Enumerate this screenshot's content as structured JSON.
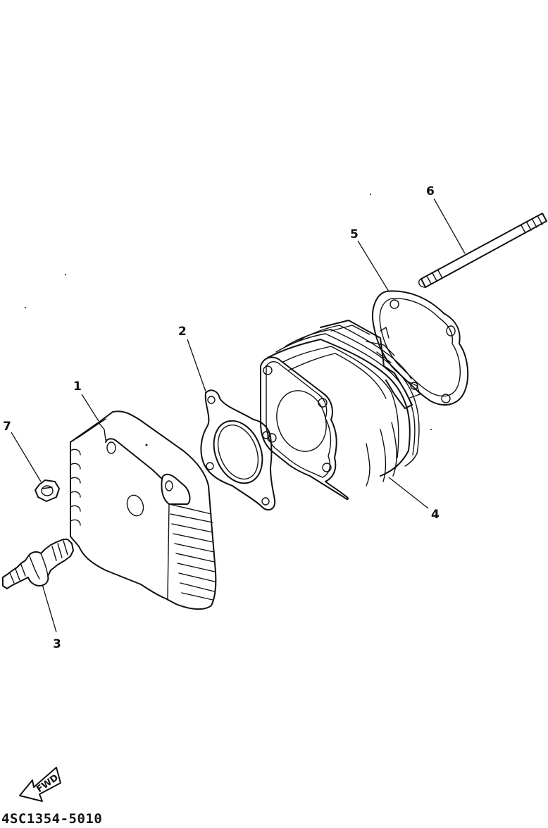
{
  "diagram": {
    "callouts": {
      "c1": "1",
      "c2": "2",
      "c3": "3",
      "c4": "4",
      "c5": "5",
      "c6": "6",
      "c7": "7"
    },
    "fwd_label": "FWD",
    "part_number": "4SC1354-5010"
  }
}
